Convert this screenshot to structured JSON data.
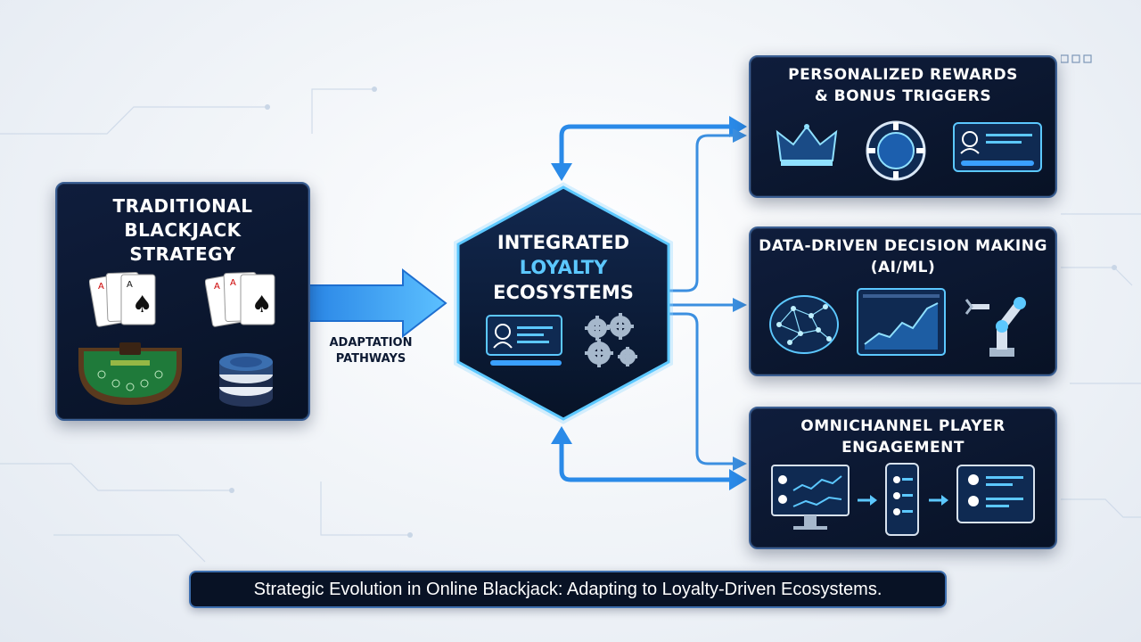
{
  "left_panel": {
    "title": "TRADITIONAL BLACKJACK STRATEGY",
    "title_lines": [
      "TRADITIONAL",
      "BLACKJACK",
      "STRATEGY"
    ]
  },
  "arrow_label": {
    "lines": [
      "ADAPTATION",
      "PATHWAYS"
    ]
  },
  "center": {
    "line1": "INTEGRATED",
    "line2": "LOYALTY",
    "line3": "ECOSYSTEMS"
  },
  "panels": [
    {
      "title_lines": [
        "PERSONALIZED REWARDS",
        "& BONUS TRIGGERS"
      ],
      "icons": [
        "crown-icon",
        "casino-chip-icon",
        "player-profile-card-icon"
      ]
    },
    {
      "title_lines": [
        "DATA-DRIVEN DECISION MAKING",
        "(AI/ML)"
      ],
      "icons": [
        "neural-brain-icon",
        "analytics-chart-icon",
        "robotic-arm-icon"
      ]
    },
    {
      "title_lines": [
        "OMNICHANNEL PLAYER",
        "ENGAGEMENT"
      ],
      "icons": [
        "desktop-monitor-icon",
        "smartphone-icon",
        "tablet-icon"
      ]
    }
  ],
  "caption": "Strategic Evolution in Online Blackjack: Adapting to Loyalty-Driven Ecosystems.",
  "colors": {
    "panel_bg": "#0b1730",
    "accent_blue": "#3aa0ff",
    "glow": "#6fd0ff",
    "text": "#ffffff"
  }
}
